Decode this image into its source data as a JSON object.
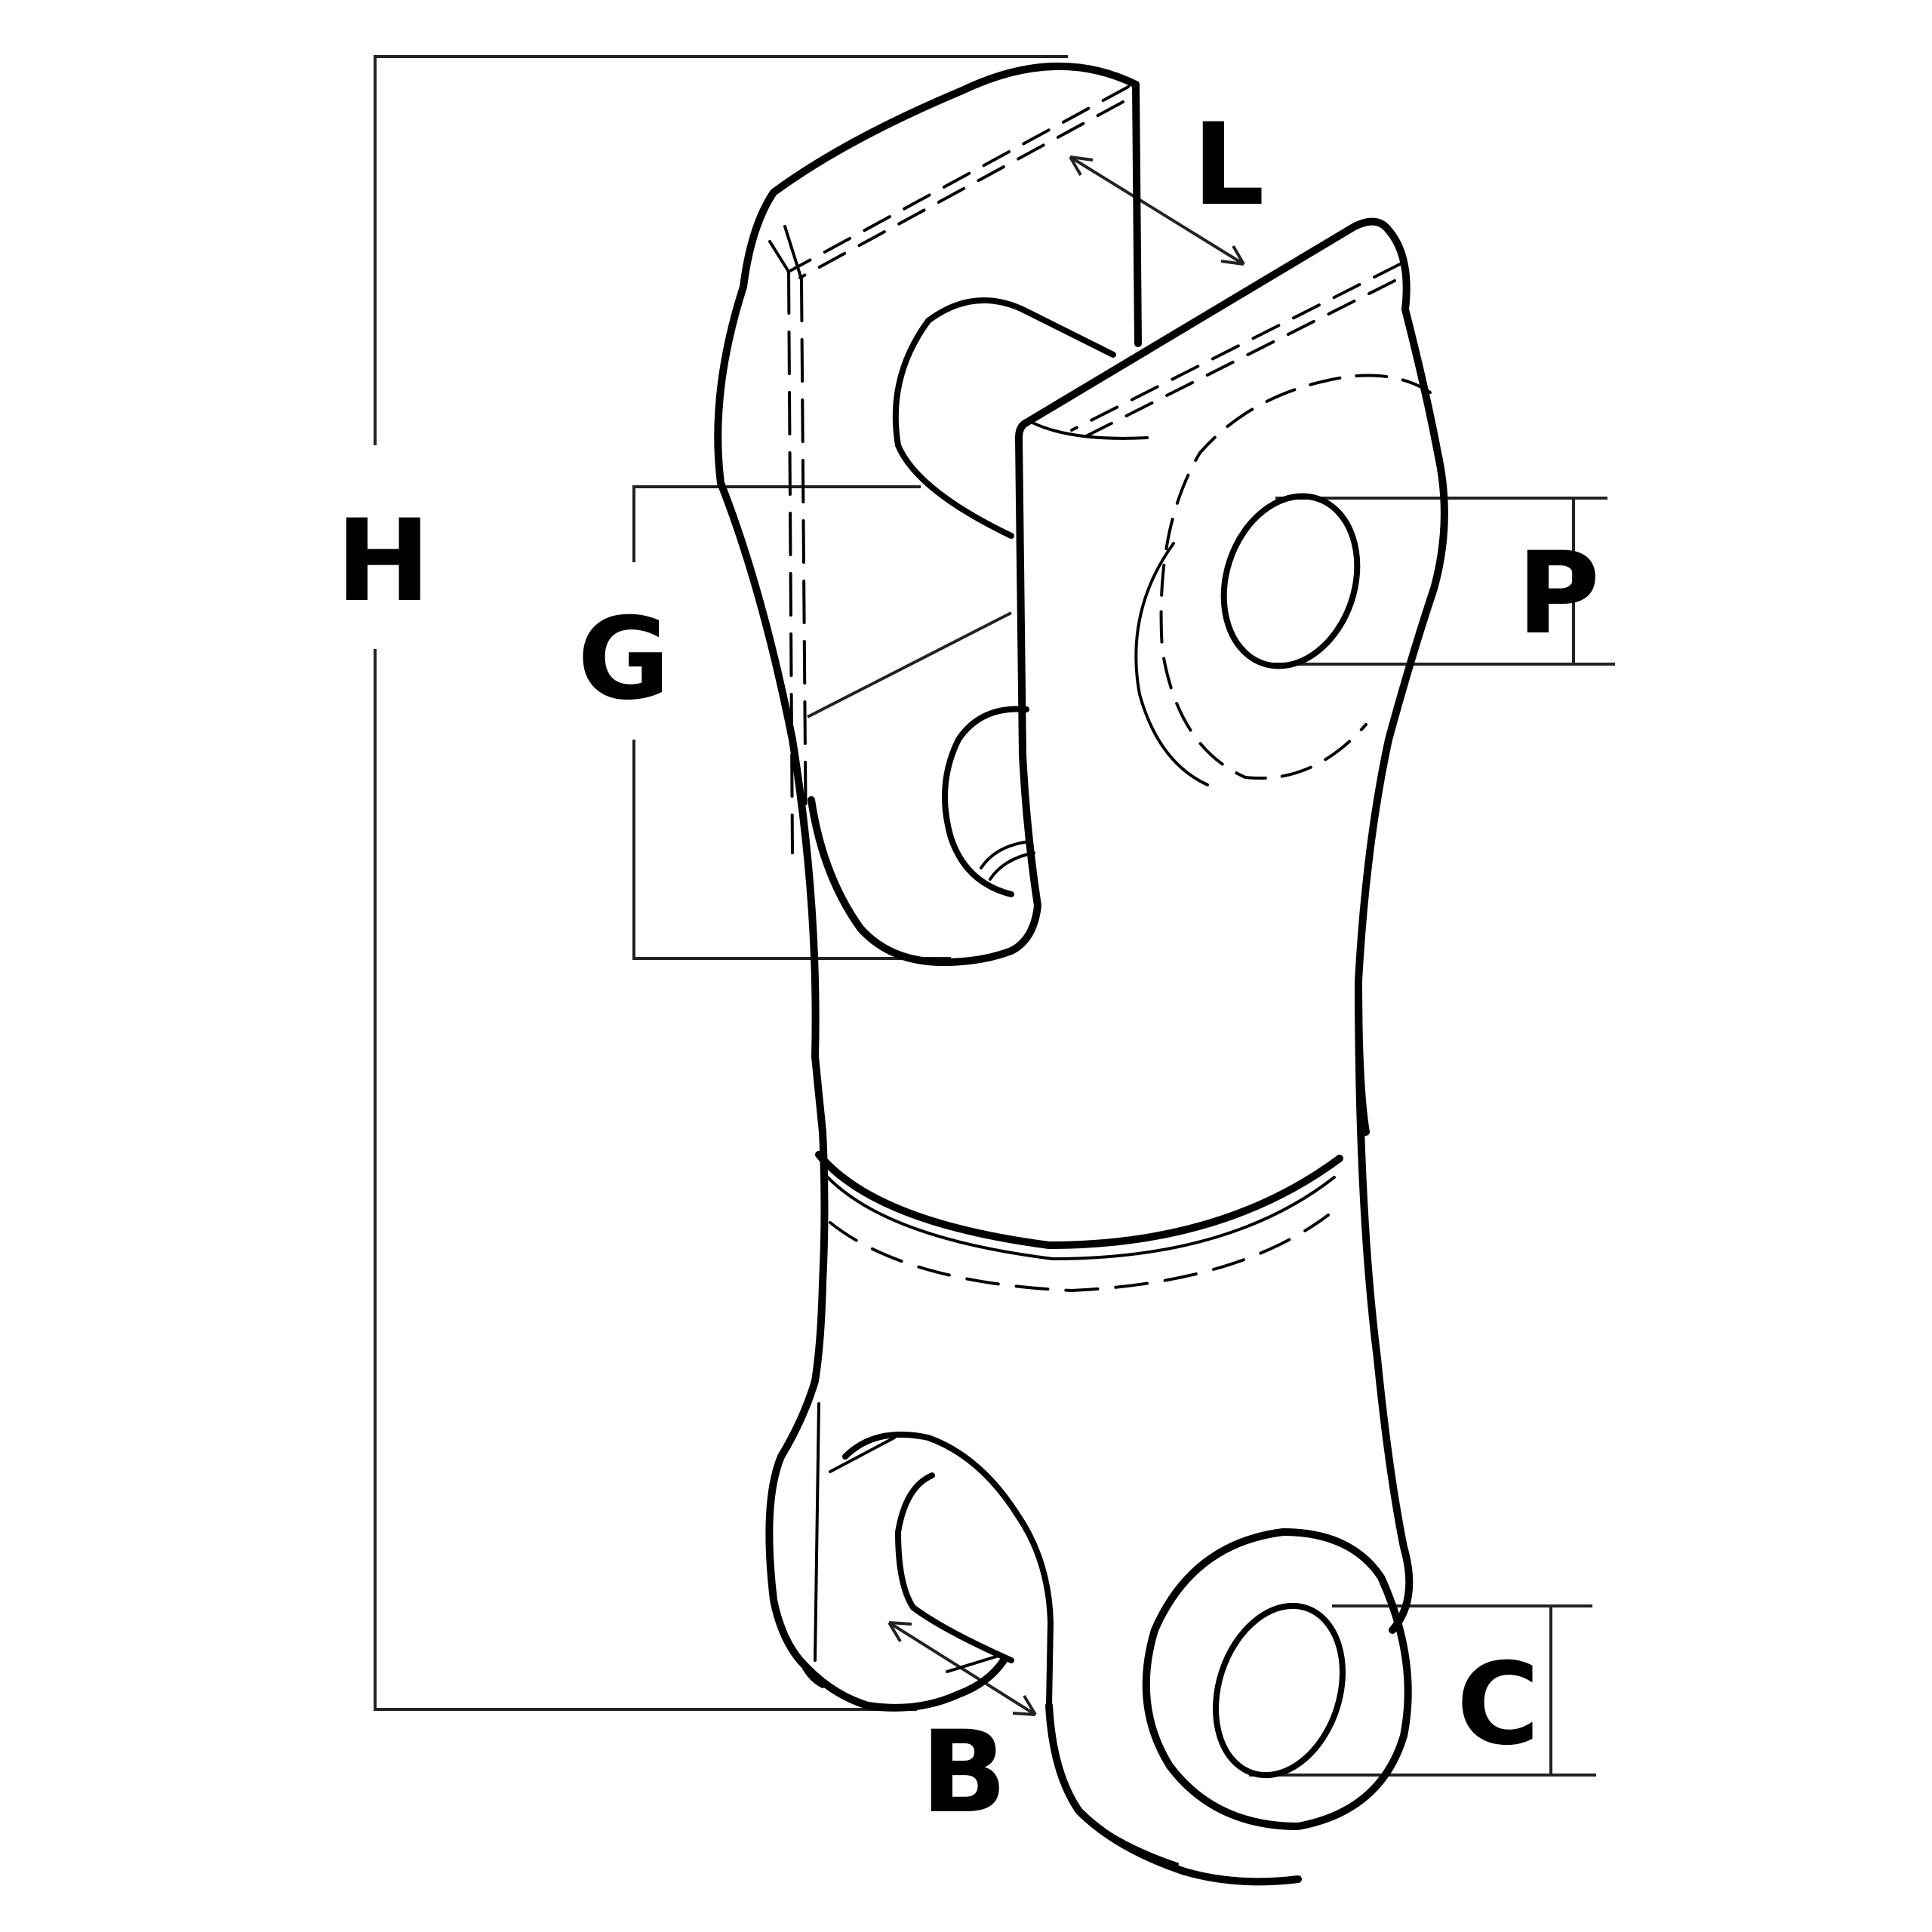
{
  "diagram": {
    "labels": {
      "H": "H",
      "L": "L",
      "G": "G",
      "P": "P",
      "C": "C",
      "B": "B"
    },
    "colors": {
      "stroke": "#000000",
      "background": "#ffffff",
      "dimension_line": "#222222",
      "hidden_line": "#333333"
    }
  }
}
